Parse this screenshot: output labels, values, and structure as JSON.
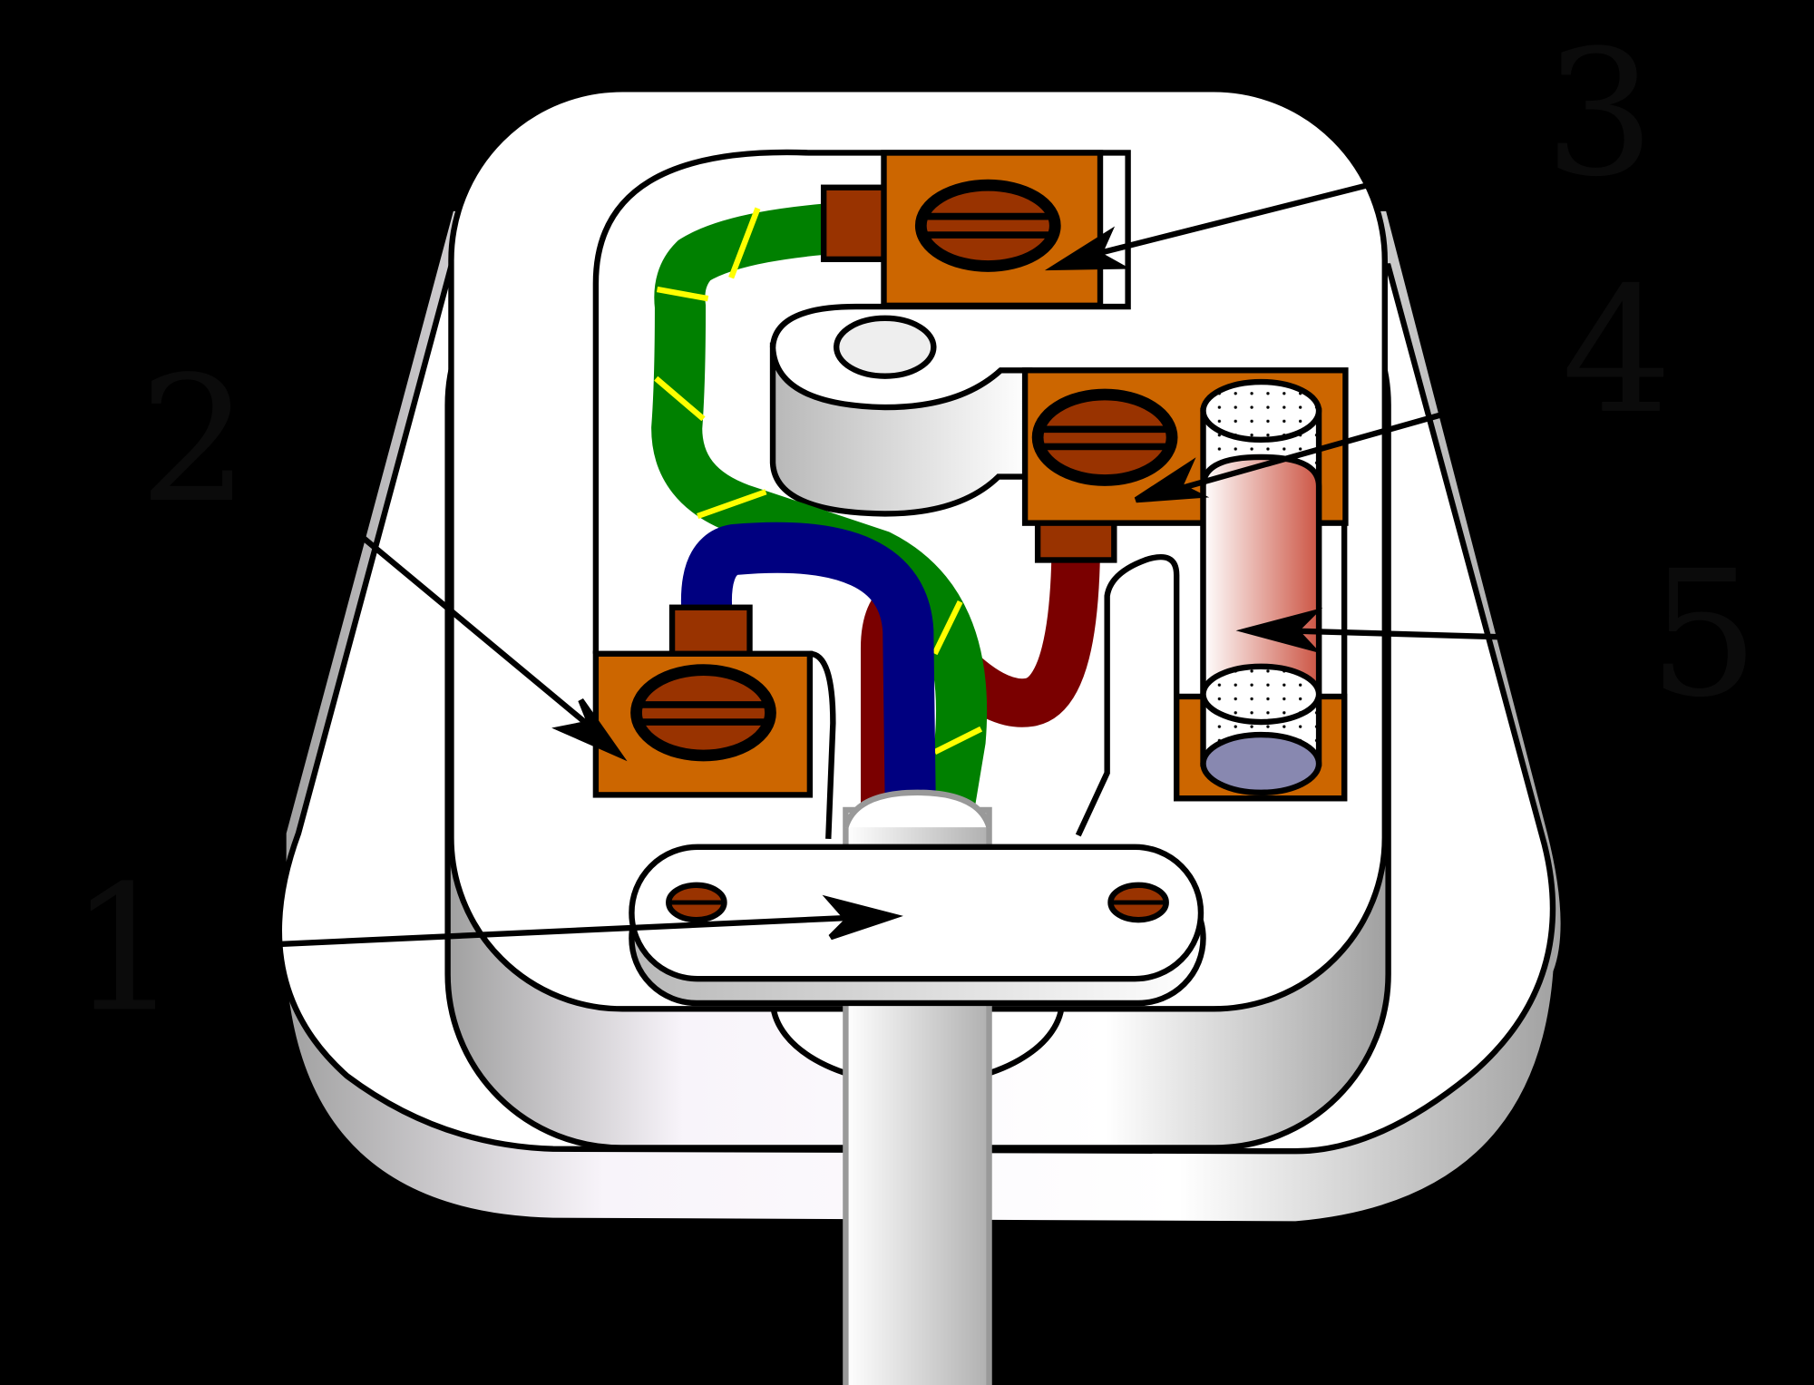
{
  "diagram": {
    "labels": [
      "1",
      "2",
      "3",
      "4",
      "5"
    ],
    "colors": {
      "background": "#000000",
      "casing": "#ffffff",
      "terminal": "#cc6600",
      "screw": "#993300",
      "earth_wire": "#008000",
      "earth_stripe": "#ffff00",
      "neutral_wire": "#000080",
      "live_wire": "#800000",
      "fuse_cap": "#8888b0"
    },
    "icons": [
      "plug-casing",
      "earth-terminal",
      "neutral-terminal",
      "live-terminal",
      "fuse",
      "cord-grip",
      "cable"
    ]
  }
}
